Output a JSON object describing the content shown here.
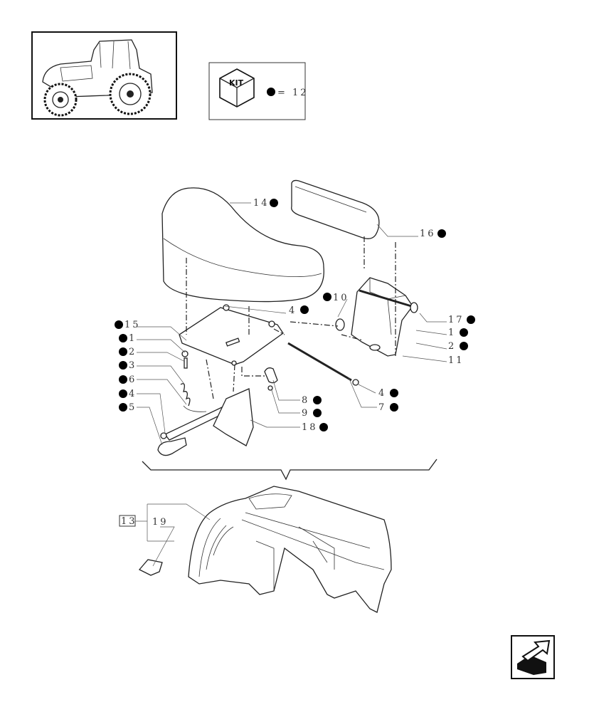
{
  "kit": {
    "label": "KIT",
    "equals": "= 12"
  },
  "callouts": [
    {
      "id": "14",
      "text": "14",
      "marked": true
    },
    {
      "id": "16",
      "text": "16",
      "marked": true
    },
    {
      "id": "10",
      "text": "10",
      "marked": true
    },
    {
      "id": "17",
      "text": "17",
      "marked": true
    },
    {
      "id": "4a",
      "text": "4",
      "marked": true
    },
    {
      "id": "1r",
      "text": "1",
      "marked": true
    },
    {
      "id": "2r",
      "text": "2",
      "marked": true
    },
    {
      "id": "11",
      "text": "11",
      "marked": false
    },
    {
      "id": "15",
      "text": "15",
      "marked": true
    },
    {
      "id": "1l",
      "text": "1",
      "marked": true
    },
    {
      "id": "2l",
      "text": "2",
      "marked": true
    },
    {
      "id": "3",
      "text": "3",
      "marked": true
    },
    {
      "id": "6",
      "text": "6",
      "marked": true
    },
    {
      "id": "4l",
      "text": "4",
      "marked": true
    },
    {
      "id": "5",
      "text": "5",
      "marked": true
    },
    {
      "id": "8",
      "text": "8",
      "marked": true
    },
    {
      "id": "9",
      "text": "9",
      "marked": true
    },
    {
      "id": "4b",
      "text": "4",
      "marked": true
    },
    {
      "id": "7",
      "text": "7",
      "marked": true
    },
    {
      "id": "18",
      "text": "18",
      "marked": true
    },
    {
      "id": "13",
      "text": "13",
      "marked": false
    },
    {
      "id": "19",
      "text": "19",
      "marked": false
    }
  ]
}
